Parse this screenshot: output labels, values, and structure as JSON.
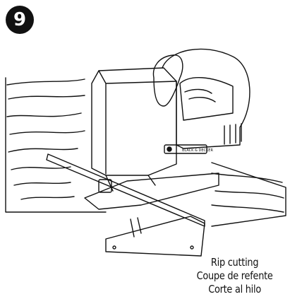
{
  "step": {
    "number": "9"
  },
  "caption": {
    "en": "Rip cutting",
    "fr": "Coupe de refente",
    "es": "Corte al hilo"
  },
  "illustration": {
    "tool_logo_text": "BLACK & DECKER"
  }
}
